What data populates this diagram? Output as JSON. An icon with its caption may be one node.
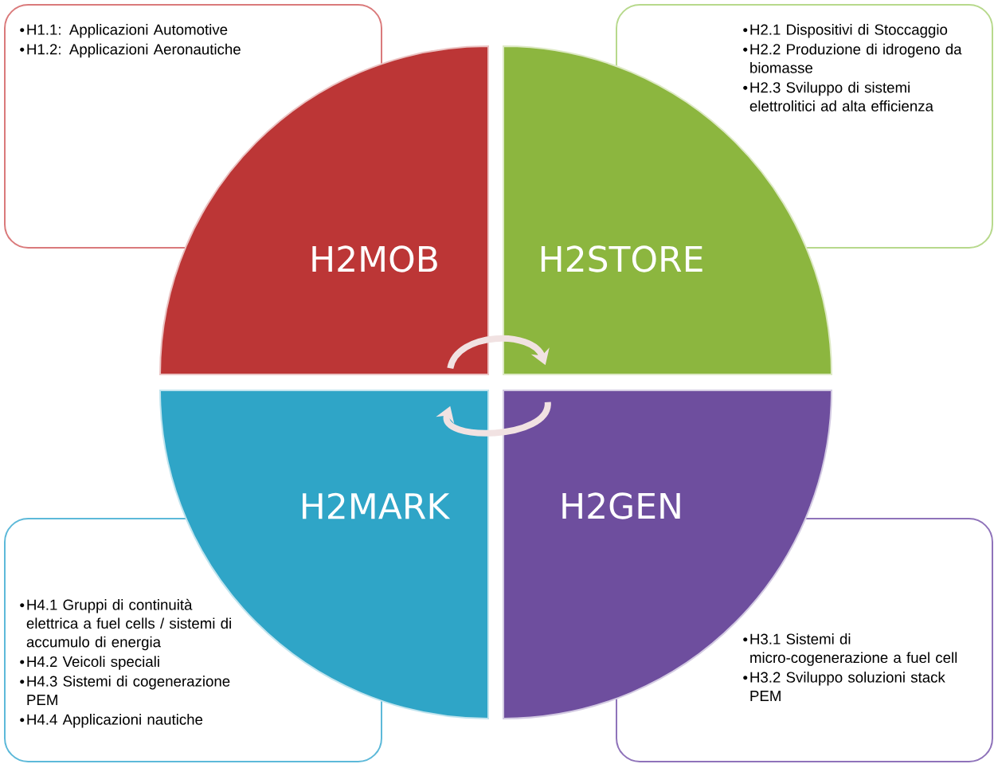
{
  "diagram": {
    "nodes": [
      {
        "text": [
          "H1.1: Applicazioni Automotive",
          "H1.2: Applicazioni Aeronautiche"
        ]
      },
      {
        "text": [
          "H2.1 Dispositivi di Stoccaggio",
          "H2.2 Produzione di idrogeno da biomasse",
          "H2.3 Sviluppo di sistemi elettrolitici ad alta efficienza"
        ]
      },
      {
        "text": [
          "H2MOB"
        ]
      },
      {
        "text": [
          "H2STORE"
        ]
      },
      {
        "text": [
          "H2MARK"
        ]
      },
      {
        "text": [
          "H2GEN"
        ]
      },
      {
        "text": [
          "H4.1 Gruppi di continuità elettrica a fuel cells / sistemi di accumulo di energia",
          "H4.2 Veicoli speciali",
          "H4.3 Sistemi di cogenerazione PEM",
          "H4.4 Applicazioni nautiche"
        ]
      },
      {
        "text": [
          "H3.1 Sistemi di micro-cogenerazione a fuel cell",
          "H3.2 Sviluppo soluzioni stack PEM"
        ]
      }
    ],
    "edges": [
      {
        "from": 2,
        "to": 3,
        "arrow": "to"
      },
      {
        "from": 5,
        "to": 4,
        "arrow": "to"
      }
    ]
  }
}
